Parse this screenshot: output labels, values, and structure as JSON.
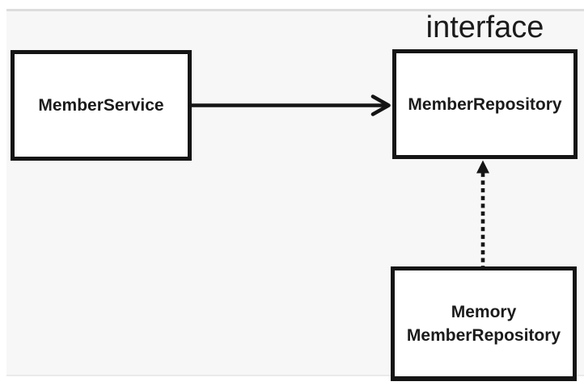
{
  "diagram": {
    "interface_label": "interface",
    "member_service": {
      "label": "MemberService"
    },
    "member_repository": {
      "label": "MemberRepository"
    },
    "memory_member_repository": {
      "label_line1": "Memory",
      "label_line2": "MemberRepository"
    },
    "edges": [
      {
        "name": "dependency-arrow",
        "from": "MemberService",
        "to": "MemberRepository",
        "line_style": "solid",
        "head": "open-v"
      },
      {
        "name": "implements-arrow",
        "from": "MemoryMemberRepository",
        "to": "MemberRepository",
        "line_style": "dotted",
        "head": "filled-triangle"
      }
    ]
  },
  "colors": {
    "page_bg": "#ffffff",
    "canvas_bg": "#f6f7f6",
    "box_bg": "#ffffff",
    "line": "#151515",
    "text": "#1b1b1b"
  }
}
